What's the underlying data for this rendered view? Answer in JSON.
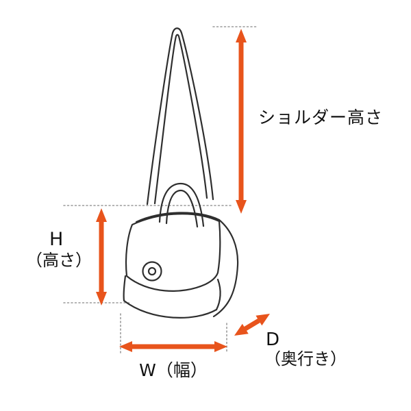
{
  "labels": {
    "shoulder_height": "ショルダー高さ",
    "height_abbr": "H",
    "height_name": "（高さ）",
    "width": "W（幅）",
    "depth_abbr": "D",
    "depth_name": "（奥行き）"
  },
  "icons": {
    "shoulder_height_arrow": "vertical-double-arrow",
    "height_arrow": "vertical-double-arrow",
    "width_arrow": "horizontal-double-arrow",
    "depth_arrow": "diagonal-double-arrow",
    "clasp": "circle-button"
  },
  "colors": {
    "arrow": "#e8541c",
    "outline": "#2e2e2e",
    "guide": "#9a9a9a",
    "background": "#ffffff",
    "text": "#111111"
  }
}
